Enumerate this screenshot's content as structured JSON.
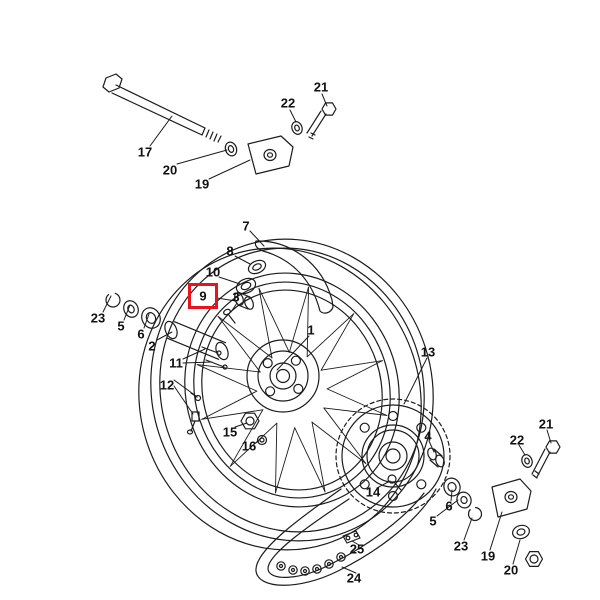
{
  "colors": {
    "background": "#ffffff",
    "line": "#1c1c1c",
    "label_text": "#111111",
    "highlight_box": "#e8131d"
  },
  "highlight": {
    "part_number": "9"
  },
  "labels": [
    {
      "text": "17"
    },
    {
      "text": "20"
    },
    {
      "text": "19"
    },
    {
      "text": "22"
    },
    {
      "text": "21"
    },
    {
      "text": "7"
    },
    {
      "text": "8"
    },
    {
      "text": "10"
    },
    {
      "text": "9"
    },
    {
      "text": "3"
    },
    {
      "text": "23"
    },
    {
      "text": "5"
    },
    {
      "text": "6"
    },
    {
      "text": "2"
    },
    {
      "text": "1"
    },
    {
      "text": "11"
    },
    {
      "text": "12"
    },
    {
      "text": "13"
    },
    {
      "text": "15"
    },
    {
      "text": "16"
    },
    {
      "text": "4"
    },
    {
      "text": "21"
    },
    {
      "text": "22"
    },
    {
      "text": "14"
    },
    {
      "text": "6"
    },
    {
      "text": "5"
    },
    {
      "text": "23"
    },
    {
      "text": "19"
    },
    {
      "text": "20"
    },
    {
      "text": "25"
    },
    {
      "text": "24"
    }
  ]
}
